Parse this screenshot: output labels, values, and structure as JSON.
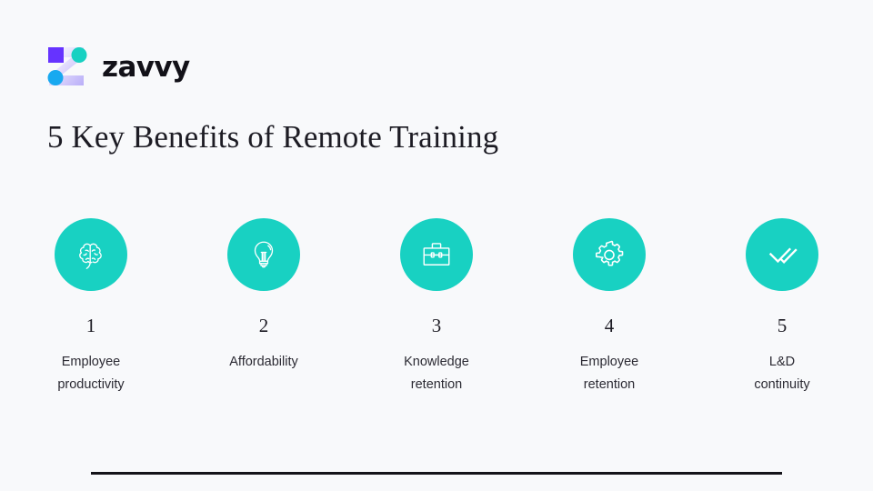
{
  "brand": {
    "name": "zavvy",
    "logo_icon": "zavvy-z-logo",
    "colors": {
      "accent_teal": "#18d1c2",
      "logo_purple": "#6633ff",
      "logo_blue": "#18a9f0",
      "logo_teal": "#18d1c2",
      "logo_lavender": "#c7bffa",
      "background": "#f8f9fb",
      "text_dark": "#1d1c24",
      "line": "#141319"
    }
  },
  "slide": {
    "title": "5 Key Benefits of Remote Training"
  },
  "timeline": {
    "steps": [
      {
        "number": "1",
        "label": "Employee\nproductivity",
        "icon": "brain-icon"
      },
      {
        "number": "2",
        "label": "Affordability",
        "icon": "lightbulb-icon"
      },
      {
        "number": "3",
        "label": "Knowledge\nretention",
        "icon": "briefcase-icon"
      },
      {
        "number": "4",
        "label": "Employee\nretention",
        "icon": "gear-icon"
      },
      {
        "number": "5",
        "label": "L&D\ncontinuity",
        "icon": "double-check-icon"
      }
    ]
  }
}
